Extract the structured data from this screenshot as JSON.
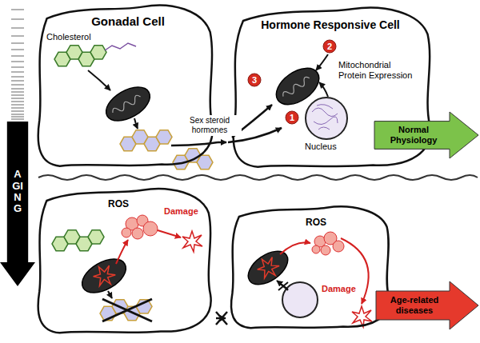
{
  "diagram": {
    "nodes": [
      {
        "text": [
          "Gonadal Cell",
          "Cholesterol"
        ]
      },
      {
        "text": [
          "Hormone Responsive Cell",
          "Mitochondrial Protein Expression",
          "Nucleus"
        ]
      },
      {
        "text": [
          "1"
        ],
        "in": 1
      },
      {
        "text": [
          "2"
        ],
        "in": 1
      },
      {
        "text": [
          "3"
        ],
        "in": 1
      },
      {
        "text": [
          "Normal Physiology"
        ]
      },
      {
        "text": [
          "AGING"
        ]
      },
      {
        "text": [
          "ROS",
          "Damage"
        ]
      },
      {
        "text": [
          "ROS",
          "Damage"
        ]
      },
      {
        "text": [
          "Age-related diseases"
        ]
      }
    ],
    "edges": [
      {
        "from": 0,
        "to": 1,
        "label": "Sex steroid hormones",
        "arrow": "to"
      },
      {
        "from": 7,
        "to": 8,
        "arrow": "to"
      }
    ]
  }
}
